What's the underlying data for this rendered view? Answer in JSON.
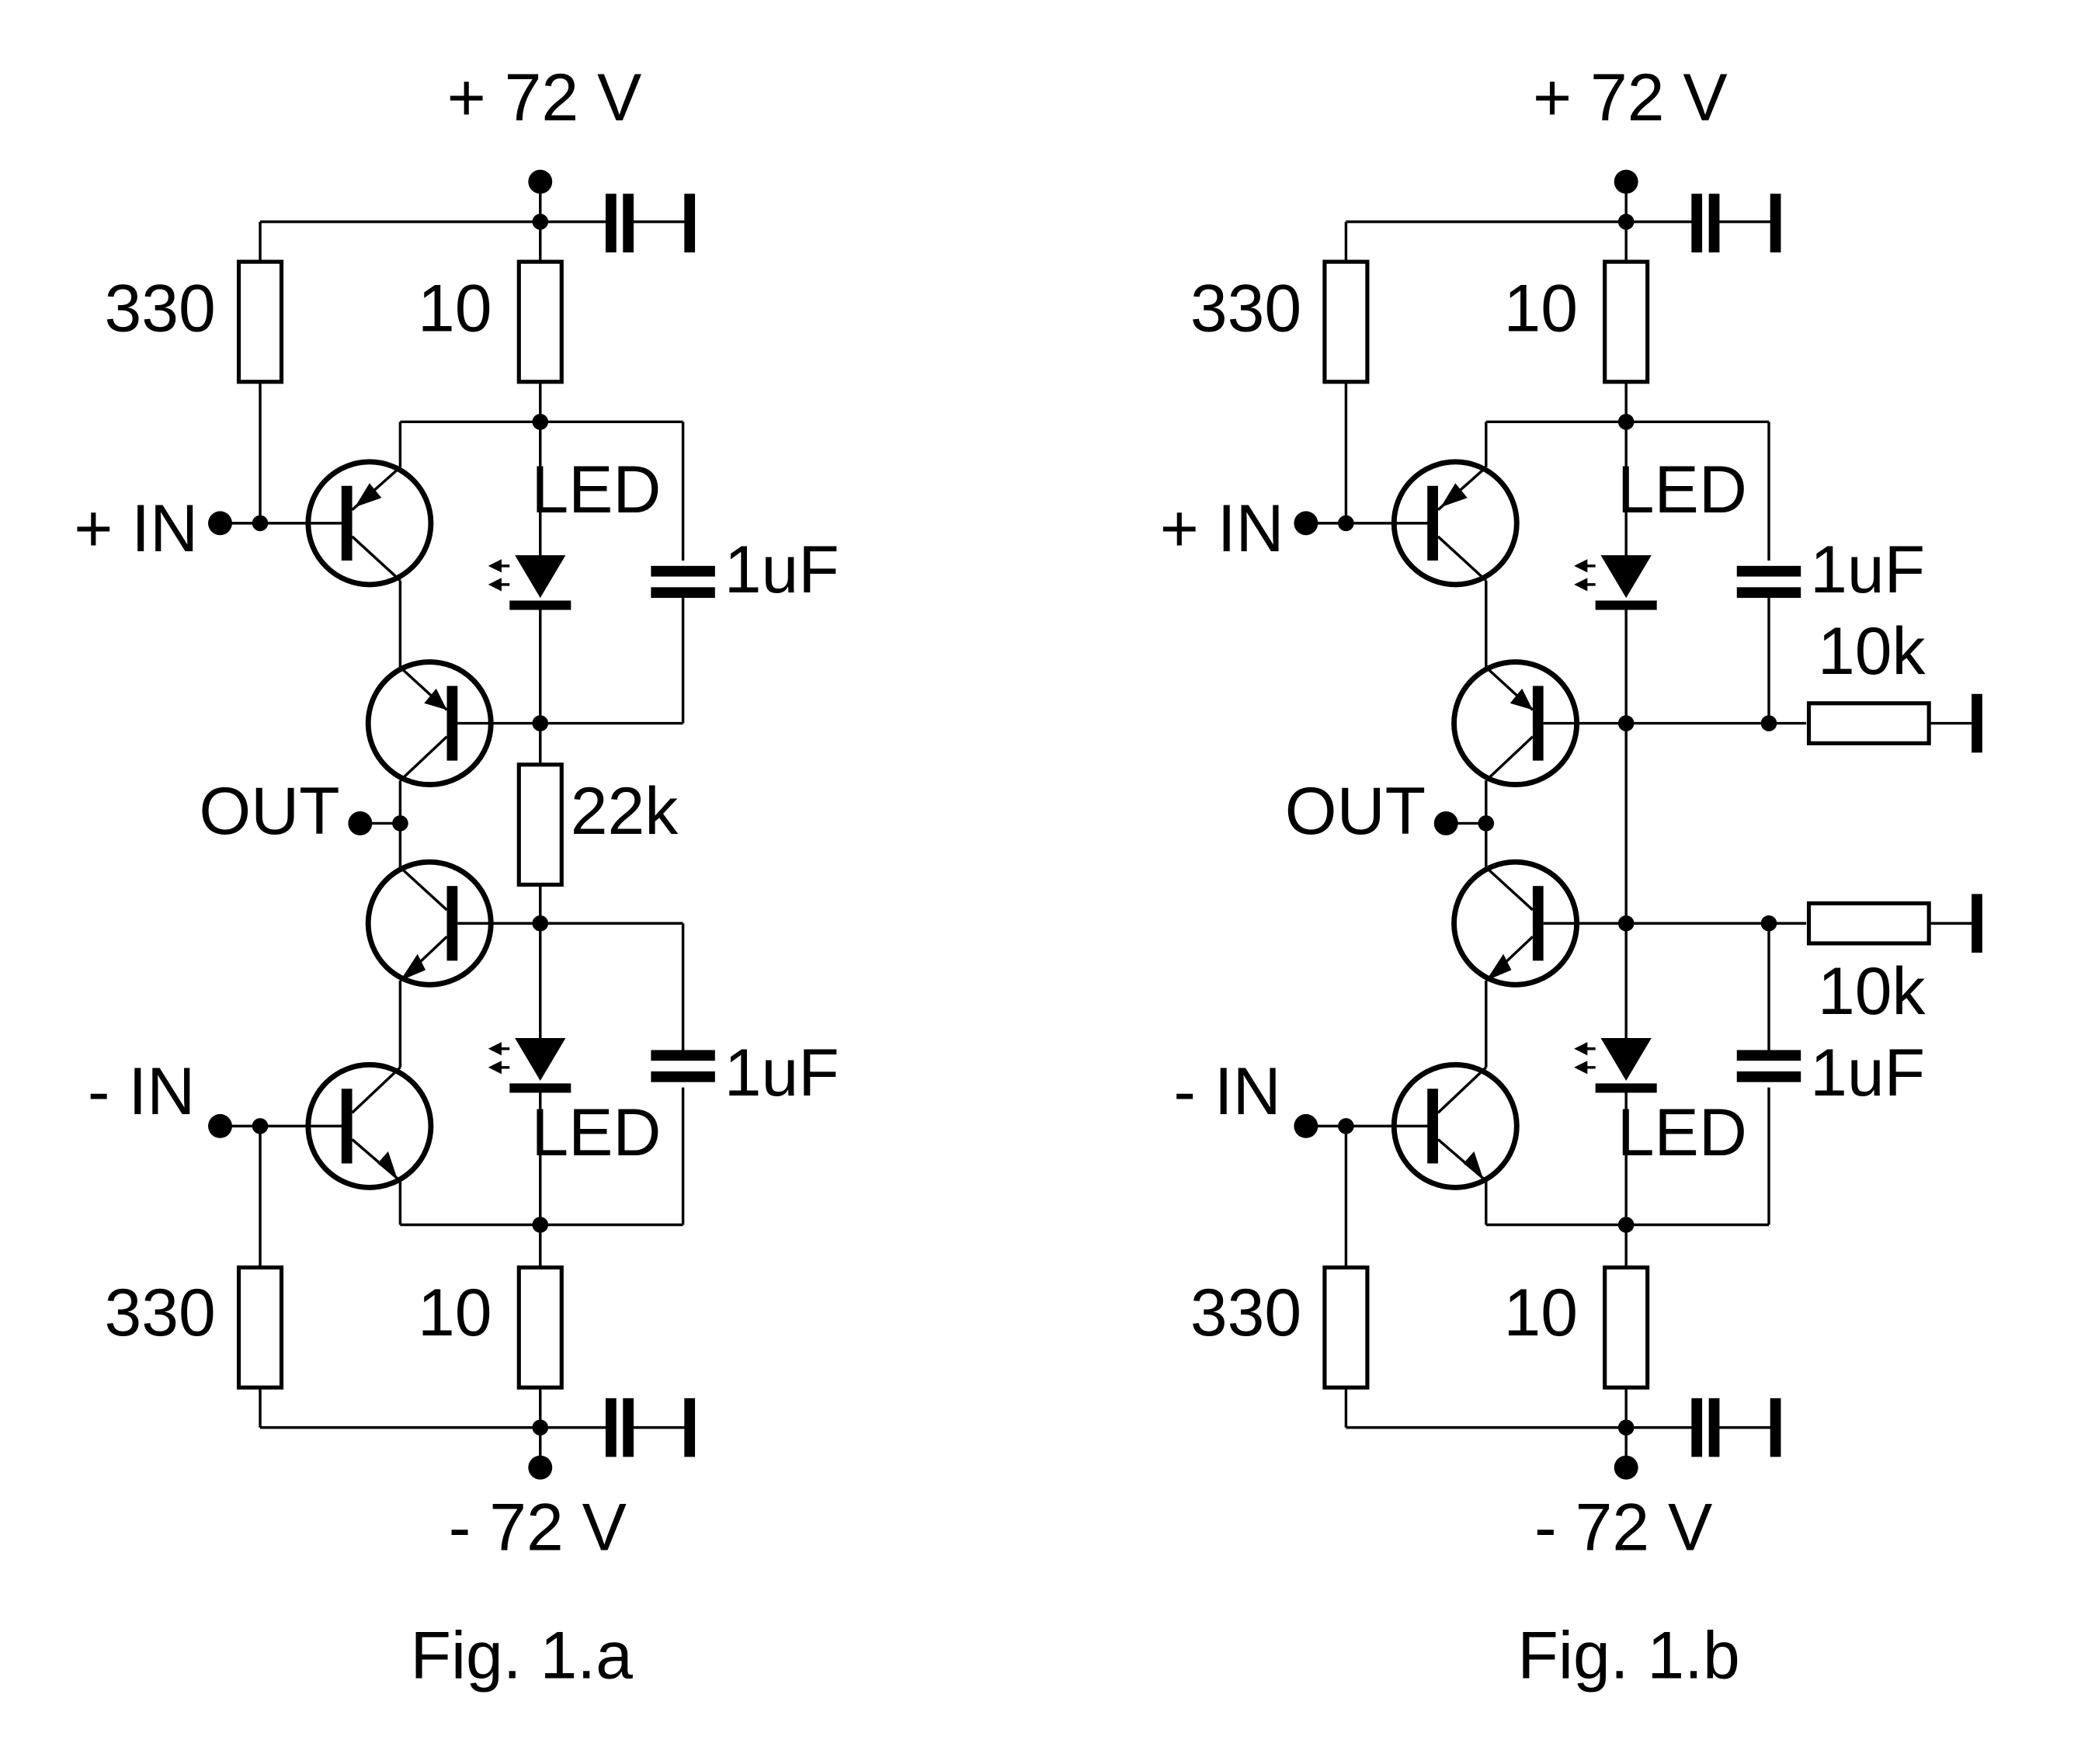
{
  "figures": [
    {
      "id": "a",
      "caption": "Fig. 1.a",
      "labels": {
        "supply_pos": "+ 72 V",
        "supply_neg": "- 72 V",
        "in_pos": "+ IN",
        "in_neg": "- IN",
        "out": "OUT",
        "r_base_top": "330",
        "r_base_bot": "330",
        "r_emit_top": "10",
        "r_emit_bot": "10",
        "led_top": "LED",
        "led_bot": "LED",
        "cap_top": "1uF",
        "cap_bot": "1uF",
        "r_mid": "22k"
      }
    },
    {
      "id": "b",
      "caption": "Fig. 1.b",
      "labels": {
        "supply_pos": "+ 72 V",
        "supply_neg": "- 72 V",
        "in_pos": "+ IN",
        "in_neg": "- IN",
        "out": "OUT",
        "r_base_top": "330",
        "r_base_bot": "330",
        "r_emit_top": "10",
        "r_emit_bot": "10",
        "led_top": "LED",
        "led_bot": "LED",
        "cap_top": "1uF",
        "cap_bot": "1uF",
        "r_gnd_top": "10k",
        "r_gnd_bot": "10k"
      }
    }
  ]
}
